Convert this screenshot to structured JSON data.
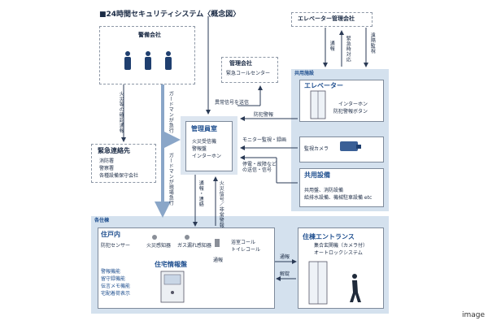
{
  "title": "■24時間セキュリティシステム〈概念図〉",
  "watermark": "image",
  "nodes": {
    "security_company": "警備会社",
    "emergency_contacts": "緊急連絡先",
    "fire_dept": "消防署",
    "police": "警察署",
    "facility_company": "各種設備保守会社",
    "management_company": "管理会社",
    "call_center": "緊急コールセンター",
    "manager_room": "管理員室",
    "manager_items": [
      "火災受信機",
      "警報盤",
      "インターホン"
    ],
    "elevator_company": "エレベーター管理会社",
    "common_facilities": "共用施設",
    "elevator": "エレベーター",
    "elevator_items": [
      "インターホン",
      "防犯警報ボタン"
    ],
    "camera": "監視カメラ",
    "shared_equipment": "共用設備",
    "shared_equipment_items": [
      "共用盤、消防設備",
      "給排水設備、機械駐車設備 etc"
    ],
    "each_unit": "各住棟",
    "dwelling": "住戸内",
    "crime_sensor": "防犯センサー",
    "fire_detector": "火災感知器",
    "gas_detector": "ガス漏れ感知器",
    "bath_call": "浴室コール",
    "toilet_call": "トイレコール",
    "home_panel": "住宅情報盤",
    "panel_features": [
      "警報機能",
      "留守録機能",
      "伝言メモ機能",
      "宅配着荷表示"
    ],
    "home_entrance": "住棟エントランス",
    "entrance_items": [
      "集合玄関機（カメラ付）",
      "オートロックシステム"
    ]
  },
  "edges": {
    "confirm_alert": "火災等の確認通報",
    "guard_dispatch": "ガードマンが急行",
    "guard_dispatch_site": "ガードマンが現場急行",
    "abnormal_signal": "異常信号を送信",
    "crime_alarm": "防犯警報",
    "monitor": "モニター監視・録画",
    "outage_signal": "停電・故障などの送信・信号",
    "alert_link": "通報・連絡",
    "fire_abnormal": "火災信号／非常警報",
    "notify": "通報",
    "emergency_response": "緊急時対応",
    "remote_monitor": "遠隔監視",
    "elevator_company_signal": "遠隔監視",
    "signal": "通報",
    "unlock": "解錠",
    "alarm_small": "通報"
  },
  "colors": {
    "accent": "#1f4f8f",
    "panel": "#d4e1ee",
    "light": "#dde6f0",
    "arrow": "#2a3a55",
    "thick_arrow": "#8aa6c8"
  }
}
